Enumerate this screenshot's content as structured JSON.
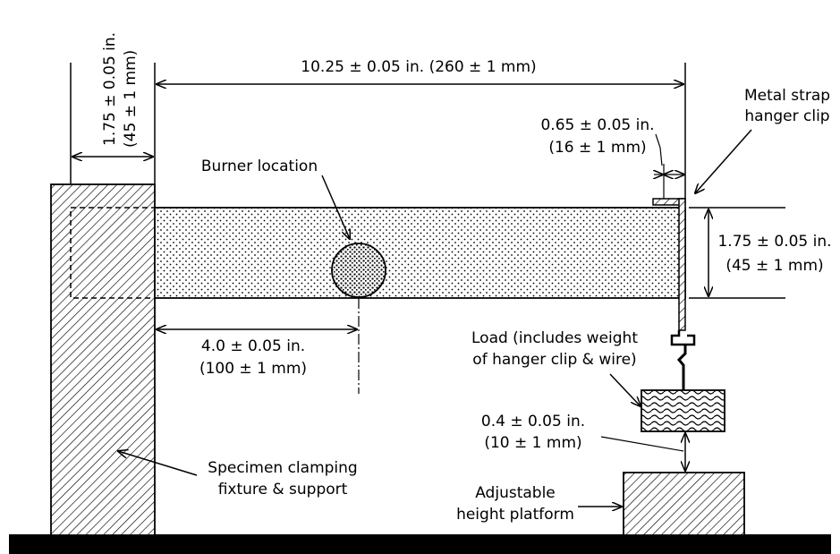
{
  "labels": {
    "left_width_in": "1.75 ± 0.05 in.",
    "left_width_mm": "(45 ± 1 mm)",
    "top_length": "10.25 ± 0.05 in. (260 ± 1 mm)",
    "metal_strap_line1": "Metal strap",
    "metal_strap_line2": "hanger clip",
    "clip_width_in": "0.65 ± 0.05 in.",
    "clip_width_mm": "(16 ± 1 mm)",
    "burner_location": "Burner location",
    "right_height_in": "1.75 ± 0.05 in.",
    "right_height_mm": "(45 ± 1 mm)",
    "burner_offset_in": "4.0 ± 0.05 in.",
    "burner_offset_mm": "(100 ± 1 mm)",
    "load_line1": "Load (includes weight",
    "load_line2": "of hanger clip & wire)",
    "gap_in": "0.4 ± 0.05 in.",
    "gap_mm": "(10 ± 1 mm)",
    "clamp_line1": "Specimen clamping",
    "clamp_line2": "fixture & support",
    "platform_line1": "Adjustable",
    "platform_line2": "height platform"
  },
  "colors": {
    "ink": "#000000",
    "background": "#ffffff"
  }
}
